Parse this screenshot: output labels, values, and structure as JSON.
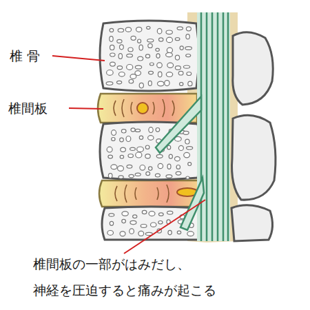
{
  "diagram": {
    "labels": [
      "椎 骨",
      "椎間板",
      "椎間板の一部がはみだし、 神経を圧迫すると痛みが起こる"
    ]
  }
}
